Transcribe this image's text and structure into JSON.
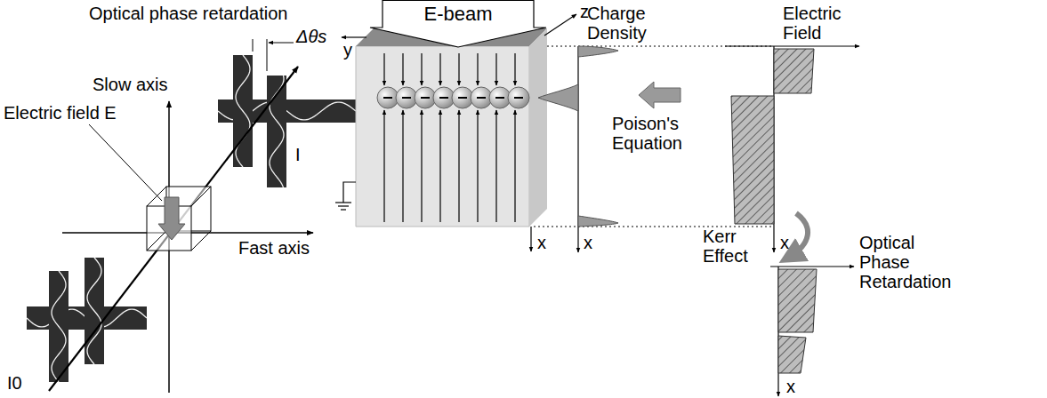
{
  "diagram": {
    "nodes": [
      {
        "text": [
          "E-beam"
        ]
      }
    ],
    "labels": [
      "Optical phase retardation",
      "Δθs",
      "Slow axis",
      "Electric field E",
      "I",
      "Fast axis",
      "I0",
      "y",
      "z",
      "x",
      "Charge Density",
      "x",
      "Poison's Equation",
      "Electric Field",
      "x",
      "Kerr Effect",
      "Optical Phase Retardation",
      "x"
    ]
  }
}
